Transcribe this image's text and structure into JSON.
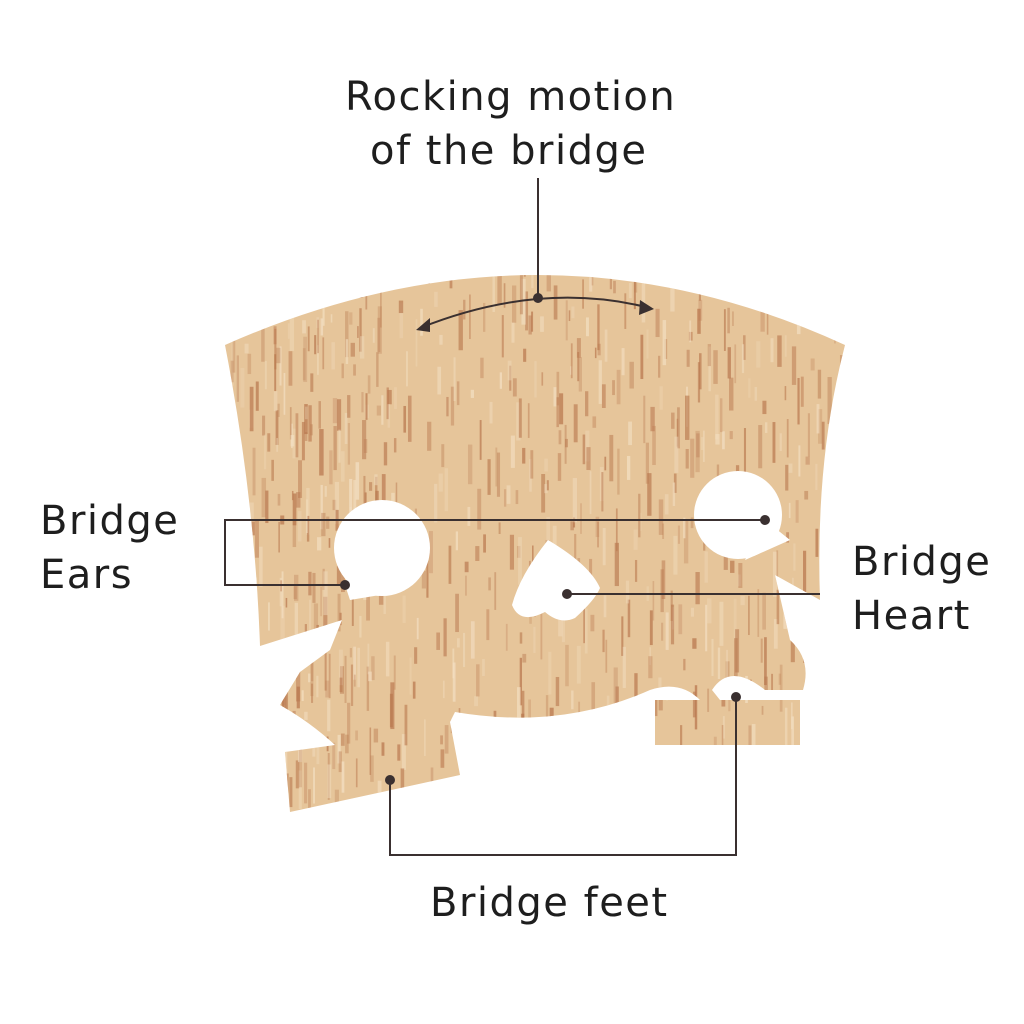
{
  "title_label": {
    "line1": "Rocking motion",
    "line2": "of the bridge"
  },
  "ears_label": {
    "line1": "Bridge",
    "line2": "Ears"
  },
  "heart_label": {
    "line1": "Bridge",
    "line2": "Heart"
  },
  "feet_label": "Bridge feet",
  "colors": {
    "wood": "#e6c59a",
    "grain": "#b9784f",
    "line": "#3a3030",
    "text": "#1e1e1e"
  }
}
